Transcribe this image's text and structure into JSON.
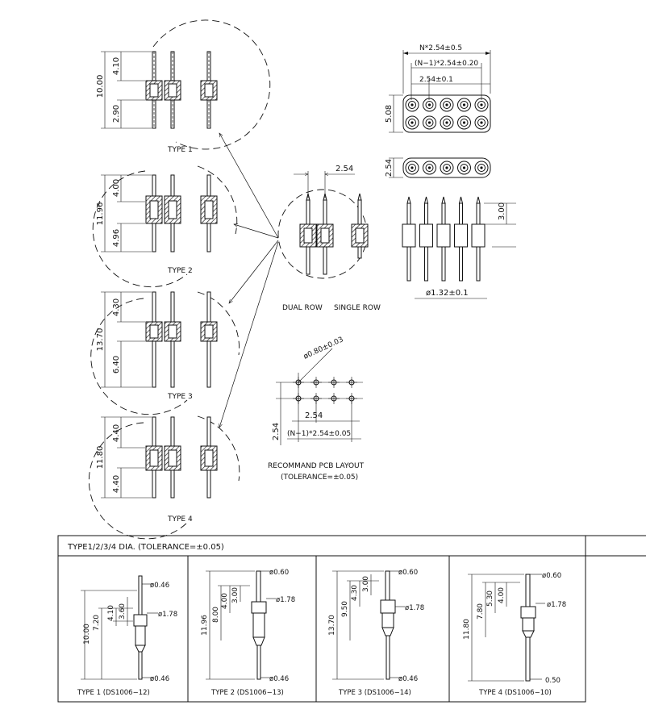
{
  "type_views": [
    {
      "title": "TYPE 1",
      "dims": [
        "10.00",
        "4.10",
        "2.90"
      ]
    },
    {
      "title": "TYPE 2",
      "dims": [
        "11.96",
        "4.00",
        "4.96"
      ]
    },
    {
      "title": "TYPE 3",
      "dims": [
        "13.70",
        "4.30",
        "6.40"
      ]
    },
    {
      "title": "TYPE 4",
      "dims": [
        "11.80",
        "4.40",
        "4.40"
      ]
    }
  ],
  "center": {
    "pitch": "2.54",
    "caption_dual": "DUAL ROW",
    "caption_single": "SINGLE ROW"
  },
  "top_view": {
    "n_pitch": "N*2.54±0.5",
    "n1_pitch": "(N−1)*2.54±0.20",
    "pitch": "2.54±0.1",
    "width": "5.08"
  },
  "single_view": {
    "width": "2.54"
  },
  "side_view": {
    "height": "3.00",
    "dia": "ø1.32±0.1"
  },
  "pcb": {
    "hole": "ø0.80±0.03",
    "pitch_x": "2.54",
    "pitch_y": "2.54",
    "n1_pitch": "(N−1)*2.54±0.05",
    "title": "RECOMMAND PCB LAYOUT",
    "tolerance": "(TOLERANCE=±0.05)"
  },
  "table": {
    "header": "TYPE1/2/3/4  DIA. (TOLERANCE=±0.05)",
    "cells": [
      {
        "caption": "TYPE  1  (DS1006−12)",
        "dims": [
          "10.00",
          "7.20",
          "4.10",
          "3.60"
        ],
        "top_dia": "ø0.46",
        "body_dia": "ø1.78",
        "bottom_dia": "ø0.46"
      },
      {
        "caption": "TYPE  2  (DS1006−13)",
        "dims": [
          "11.96",
          "8.00",
          "4.00",
          "3.00"
        ],
        "top_dia": "ø0.60",
        "body_dia": "ø1.78",
        "bottom_dia": "ø0.46"
      },
      {
        "caption": "TYPE  3  (DS1006−14)",
        "dims": [
          "13.70",
          "9.50",
          "4.30",
          "3.00"
        ],
        "top_dia": "ø0.60",
        "body_dia": "ø1.78",
        "bottom_dia": "ø0.46"
      },
      {
        "caption": "TYPE  4  (DS1006−10)",
        "dims": [
          "11.80",
          "7.80",
          "5.30",
          "4.00"
        ],
        "top_dia": "ø0.60",
        "body_dia": "ø1.78",
        "bottom_dia": "0.50"
      }
    ]
  }
}
